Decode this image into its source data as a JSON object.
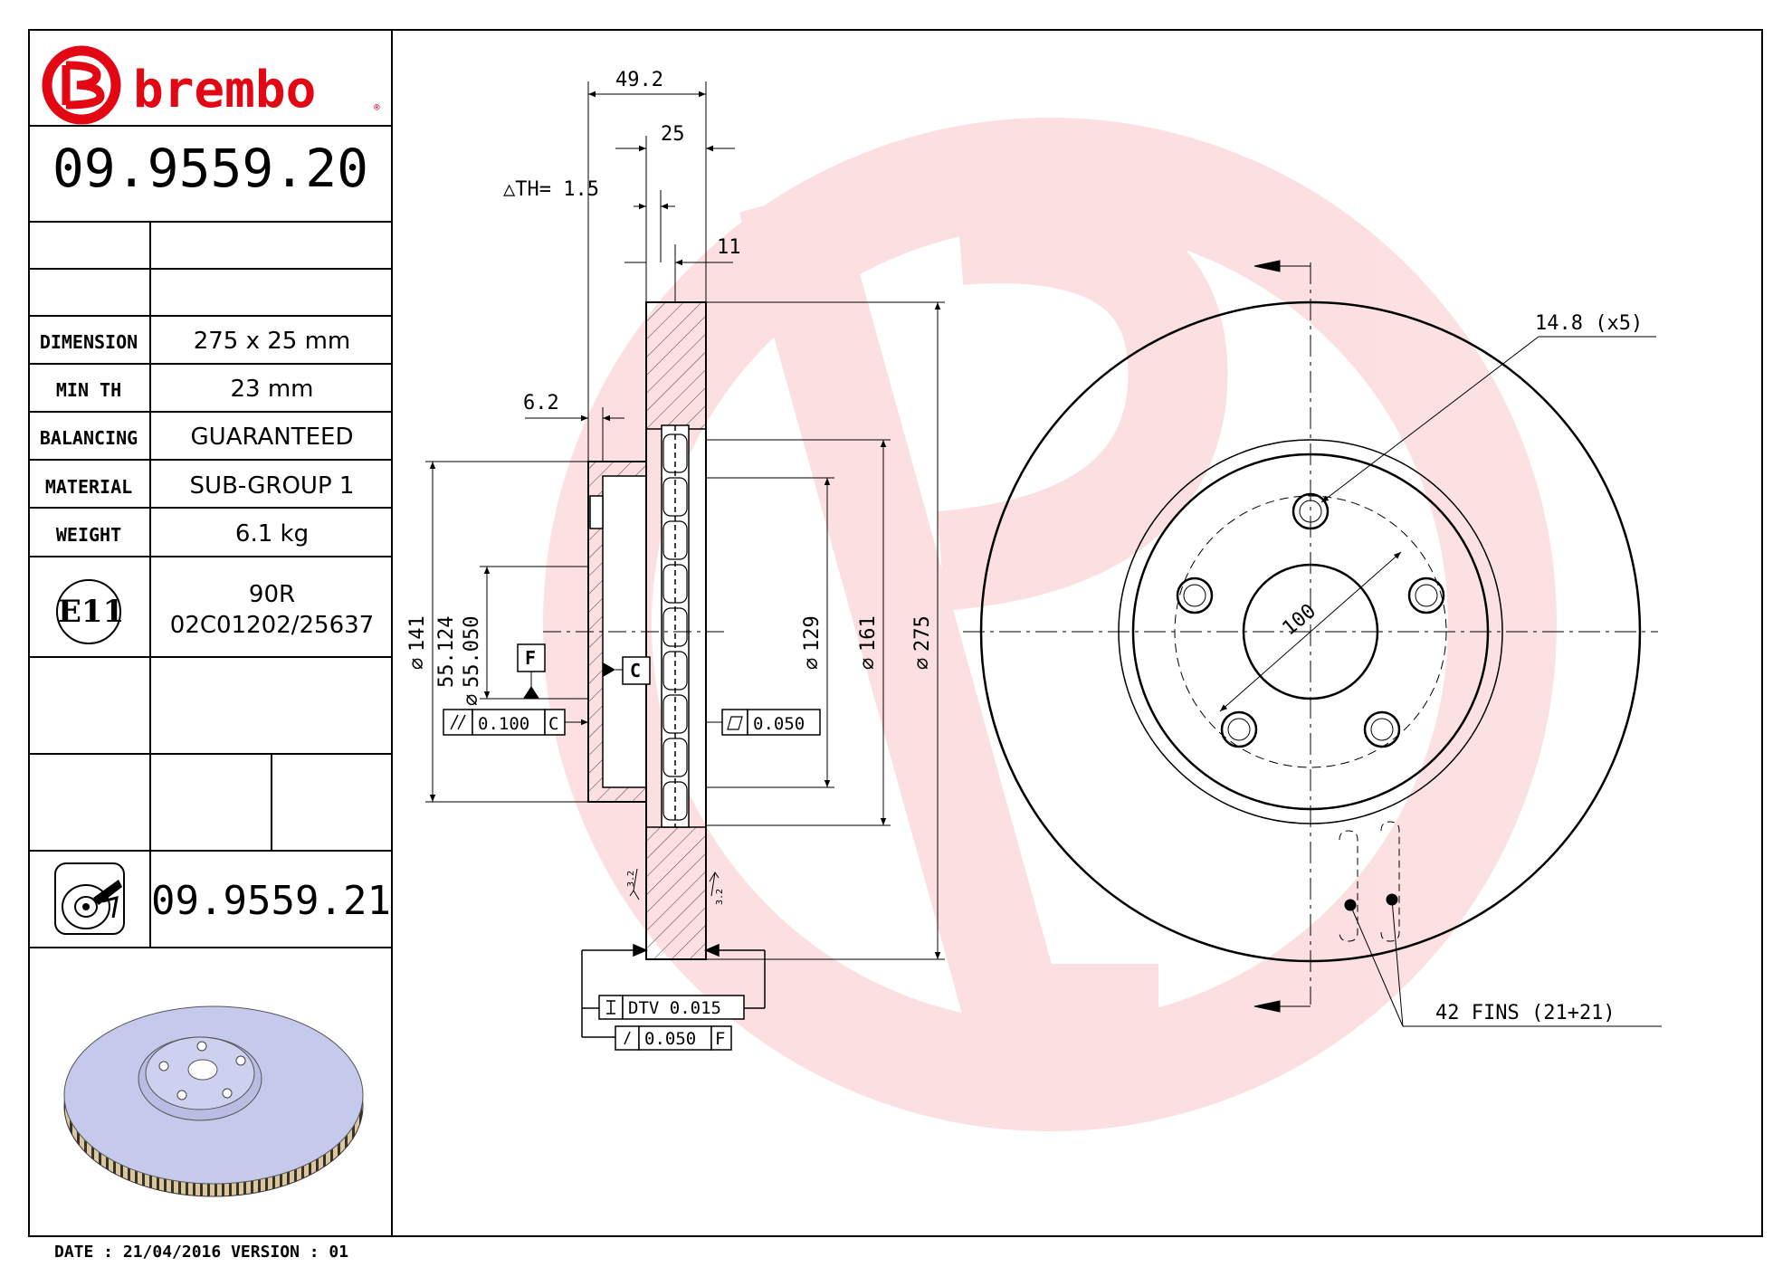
{
  "brand": {
    "name": "brembo",
    "registered": "®",
    "accent": "#e30613"
  },
  "part_number": "09.9559.20",
  "specs": [
    {
      "label": "DIMENSION",
      "value": "275 x 25 mm"
    },
    {
      "label": "MIN TH",
      "value": "23 mm"
    },
    {
      "label": "BALANCING",
      "value": "GUARANTEED"
    },
    {
      "label": "MATERIAL",
      "value": "SUB-GROUP 1"
    },
    {
      "label": "WEIGHT",
      "value": "6.1 kg"
    }
  ],
  "approval": {
    "mark": "E11",
    "code": "90R",
    "number": "02C01202/25637"
  },
  "variant": {
    "icon": "coated-disc-icon",
    "part_number": "09.9559.21"
  },
  "footer": {
    "text": "DATE : 21/04/2016 VERSION : 01"
  },
  "drawing": {
    "dims": {
      "width_total": "49.2",
      "thickness": "25",
      "th_delta": "△TH= 1.5",
      "hat": "11",
      "offset": "6.2",
      "d141": "141",
      "d_hub_a": "55.124",
      "d_hub_b": "55.050",
      "d129": "129",
      "d161": "161",
      "d275": "275",
      "pcd": "100",
      "holes": "14.8 (x5)",
      "fins": "42 FINS (21+21)"
    },
    "datums": {
      "f": "F",
      "c": "C"
    },
    "tolerances": {
      "parallel": "0.100",
      "parallel_ref": "C",
      "flatness": "0.050",
      "dtv": "DTV 0.015",
      "runout": "0.050",
      "runout_ref": "F",
      "roughness": "3.2"
    }
  }
}
